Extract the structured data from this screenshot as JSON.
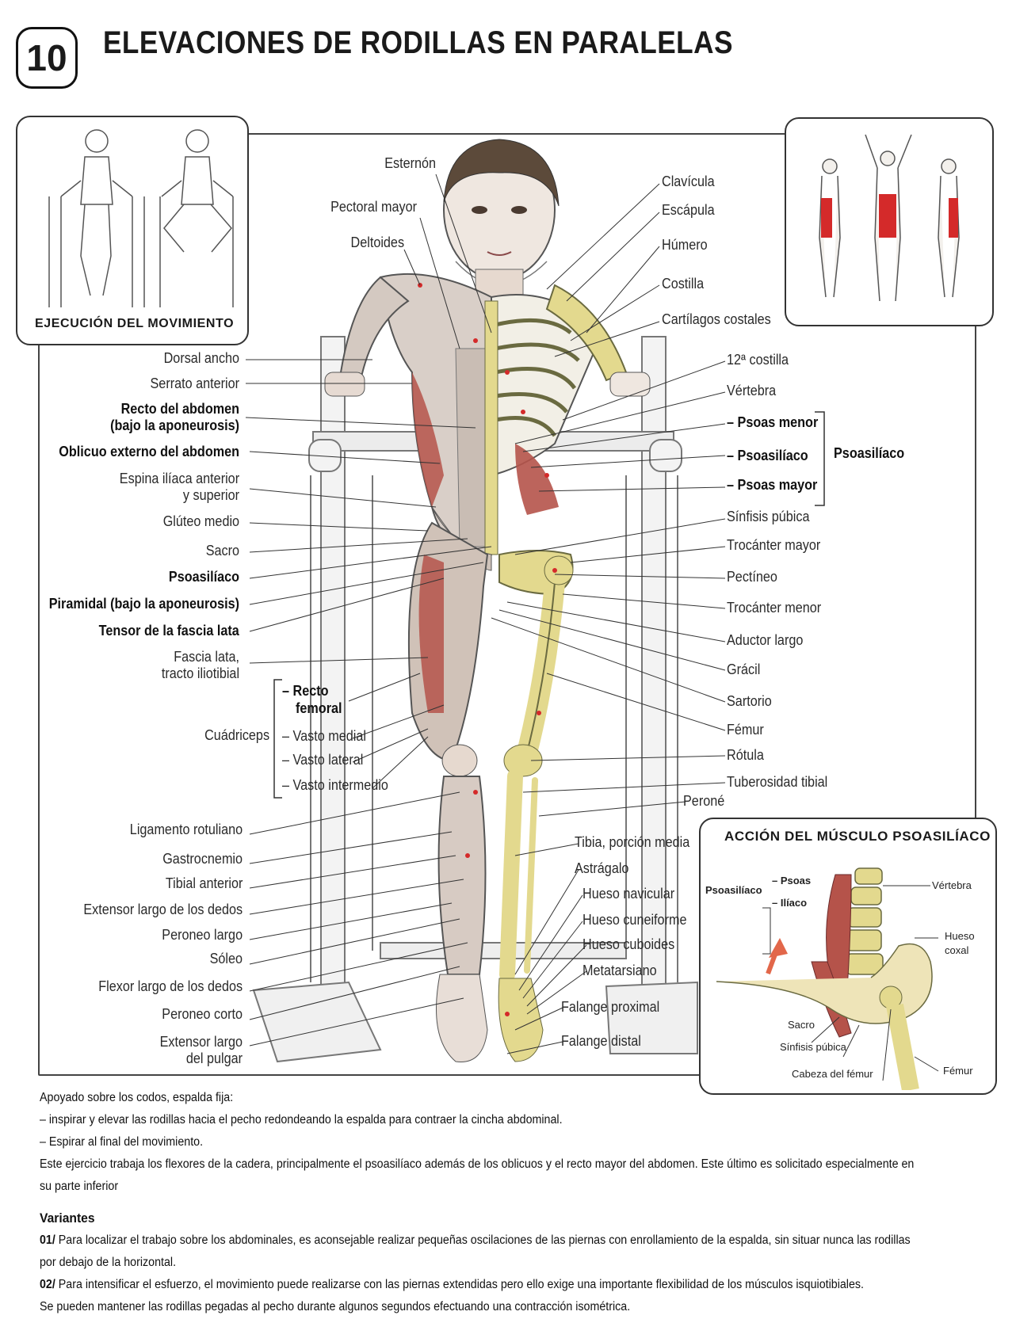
{
  "header": {
    "number": "10",
    "title": "ELEVACIONES DE RODILLAS EN PARALELAS"
  },
  "boxes": {
    "execution_caption": "EJECUCIÓN DEL MOVIMIENTO",
    "psoas_action_title": "ACCIÓN DEL MÚSCULO PSOASILÍACO"
  },
  "labels_left": {
    "dorsal_ancho": "Dorsal ancho",
    "serrato_anterior": "Serrato anterior",
    "recto_abdomen_1": "Recto del abdomen",
    "recto_abdomen_2": "(bajo la aponeurosis)",
    "oblicuo_externo": "Oblicuo externo del abdomen",
    "espina_iliaca_1": "Espina ilíaca anterior",
    "espina_iliaca_2": "y superior",
    "gluteo_medio": "Glúteo medio",
    "sacro": "Sacro",
    "psoasiliaco": "Psoasilíaco",
    "piramidal": "Piramidal (bajo la aponeurosis)",
    "tensor_fascia": "Tensor de la fascia lata",
    "fascia_lata_1": "Fascia lata,",
    "fascia_lata_2": "tracto iliotibial",
    "cuadriceps": "Cuádriceps",
    "recto_femoral_1": "– Recto",
    "recto_femoral_2": "femoral",
    "vasto_medial": "– Vasto medial",
    "vasto_lateral": "– Vasto lateral",
    "vasto_intermedio": "– Vasto intermedio",
    "ligamento_rotuliano": "Ligamento rotuliano",
    "gastrocnemio": "Gastrocnemio",
    "tibial_anterior": "Tibial anterior",
    "extensor_largo_dedos": "Extensor largo de los dedos",
    "peroneo_largo": "Peroneo largo",
    "soleo": "Sóleo",
    "flexor_largo_dedos": "Flexor largo de los dedos",
    "peroneo_corto": "Peroneo corto",
    "extensor_pulgar_1": "Extensor largo",
    "extensor_pulgar_2": "del pulgar"
  },
  "labels_top": {
    "esternon": "Esternón",
    "pectoral_mayor": "Pectoral mayor",
    "deltoides": "Deltoides"
  },
  "labels_right": {
    "clavicula": "Clavícula",
    "escapula": "Escápula",
    "humero": "Húmero",
    "costilla": "Costilla",
    "cartilagos": "Cartílagos costales",
    "costilla_12": "12ª costilla",
    "vertebra": "Vértebra",
    "psoas_menor": "– Psoas menor",
    "psoasiliaco": "– Psoasilíaco",
    "psoas_mayor": "– Psoas mayor",
    "psoasiliaco_group": "Psoasilíaco",
    "sinfisis": "Sínfisis púbica",
    "trocanter_mayor": "Trocánter mayor",
    "pectineo": "Pectíneo",
    "trocanter_menor": "Trocánter menor",
    "aductor_largo": "Aductor largo",
    "gracil": "Grácil",
    "sartorio": "Sartorio",
    "femur": "Fémur",
    "rotula": "Rótula",
    "tuberosidad": "Tuberosidad tibial",
    "perone": "Peroné",
    "tibia": "Tibia, porción media",
    "astragalo": "Astrágalo",
    "navicular": "Hueso navicular",
    "cuneiforme": "Hueso cuneiforme",
    "cuboides": "Hueso cuboides",
    "metatarsiano": "Metatarsiano",
    "falange_proximal": "Falange proximal",
    "falange_distal": "Falange distal"
  },
  "psoas_box_labels": {
    "psoasiliaco": "Psoasilíaco",
    "psoas": "– Psoas",
    "iliaco": "– Ilíaco",
    "vertebra": "Vértebra",
    "hueso_coxal_1": "Hueso",
    "hueso_coxal_2": "coxal",
    "sacro": "Sacro",
    "sinfisis": "Sínfisis púbica",
    "cabeza_femur": "Cabeza del fémur",
    "femur": "Fémur"
  },
  "text": {
    "p1": "Apoyado sobre los codos, espalda fija:",
    "p2": "– inspirar y elevar las rodillas hacia el pecho redondeando la espalda para contraer la cincha abdominal.",
    "p3": "– Espirar al final del movimiento.",
    "p4": "Este ejercicio trabaja los flexores de la cadera, principalmente el psoasilíaco además de los oblicuos y el recto mayor del abdomen. Este último es solicitado especialmente en su parte inferior",
    "variants_title": "Variantes",
    "v1_num": "01/",
    "v1": " Para localizar el trabajo sobre los abdominales, es aconsejable realizar pequeñas oscilaciones de las piernas con enrollamiento de la espalda, sin situar nunca las rodillas por debajo de la horizontal.",
    "v2_num": "02/",
    "v2": " Para intensificar el esfuerzo, el movimiento puede realizarse con las piernas extendidas pero ello exige una importante flexibilidad de los músculos isquiotibiales.",
    "v3": "Se pueden mantener las rodillas pegadas al pecho durante algunos segundos efectuando una contracción isométrica."
  },
  "colors": {
    "muscle": "#b5534a",
    "bone": "#e3d98e",
    "highlight_red": "#d42a2a",
    "arrow": "#e2674a"
  }
}
